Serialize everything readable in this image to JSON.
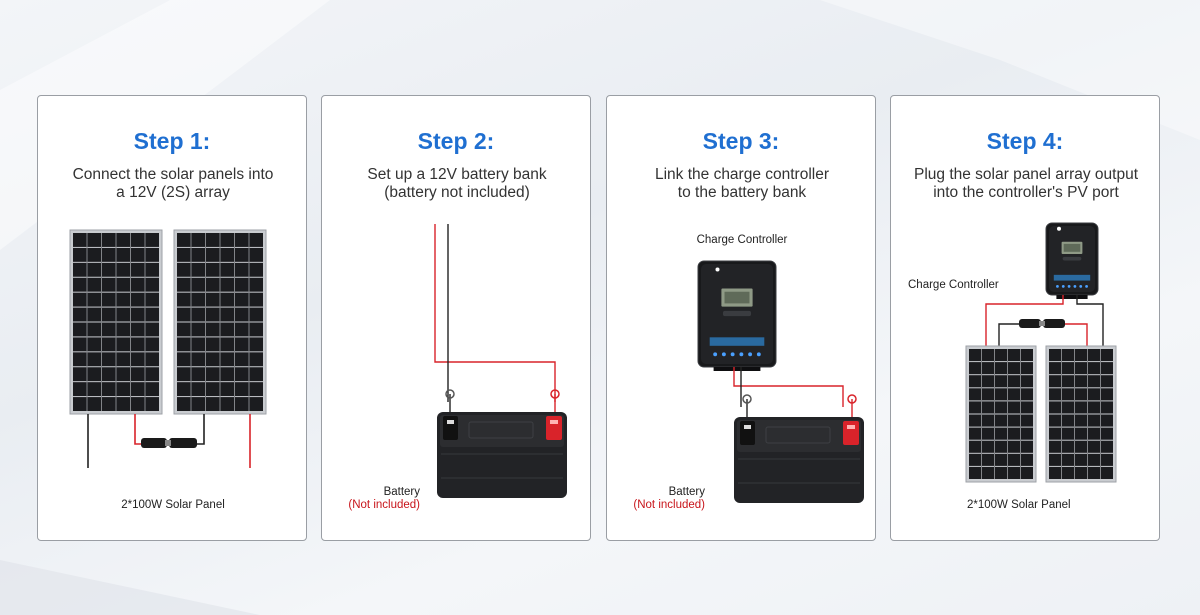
{
  "steps": [
    {
      "title": "Step 1:",
      "description": "Connect the solar panels into\na 12V (2S) array",
      "panel_label": "2*100W Solar Panel"
    },
    {
      "title": "Step 2:",
      "description": "Set up a 12V battery bank\n(battery not included)",
      "battery_label": "Battery",
      "battery_note": "(Not included)"
    },
    {
      "title": "Step 3:",
      "description": "Link the charge controller\nto the battery bank",
      "controller_label": "Charge Controller",
      "battery_label": "Battery",
      "battery_note": "(Not included)"
    },
    {
      "title": "Step 4:",
      "description": "Plug the solar panel array output\ninto the controller's PV port",
      "controller_label": "Charge Controller",
      "panel_label": "2*100W Solar Panel"
    }
  ],
  "colors": {
    "title": "#1f6fd1",
    "wire_red": "#d9232a",
    "battery_note": "#c8151b",
    "panel_cell": "#1b1c1f"
  }
}
